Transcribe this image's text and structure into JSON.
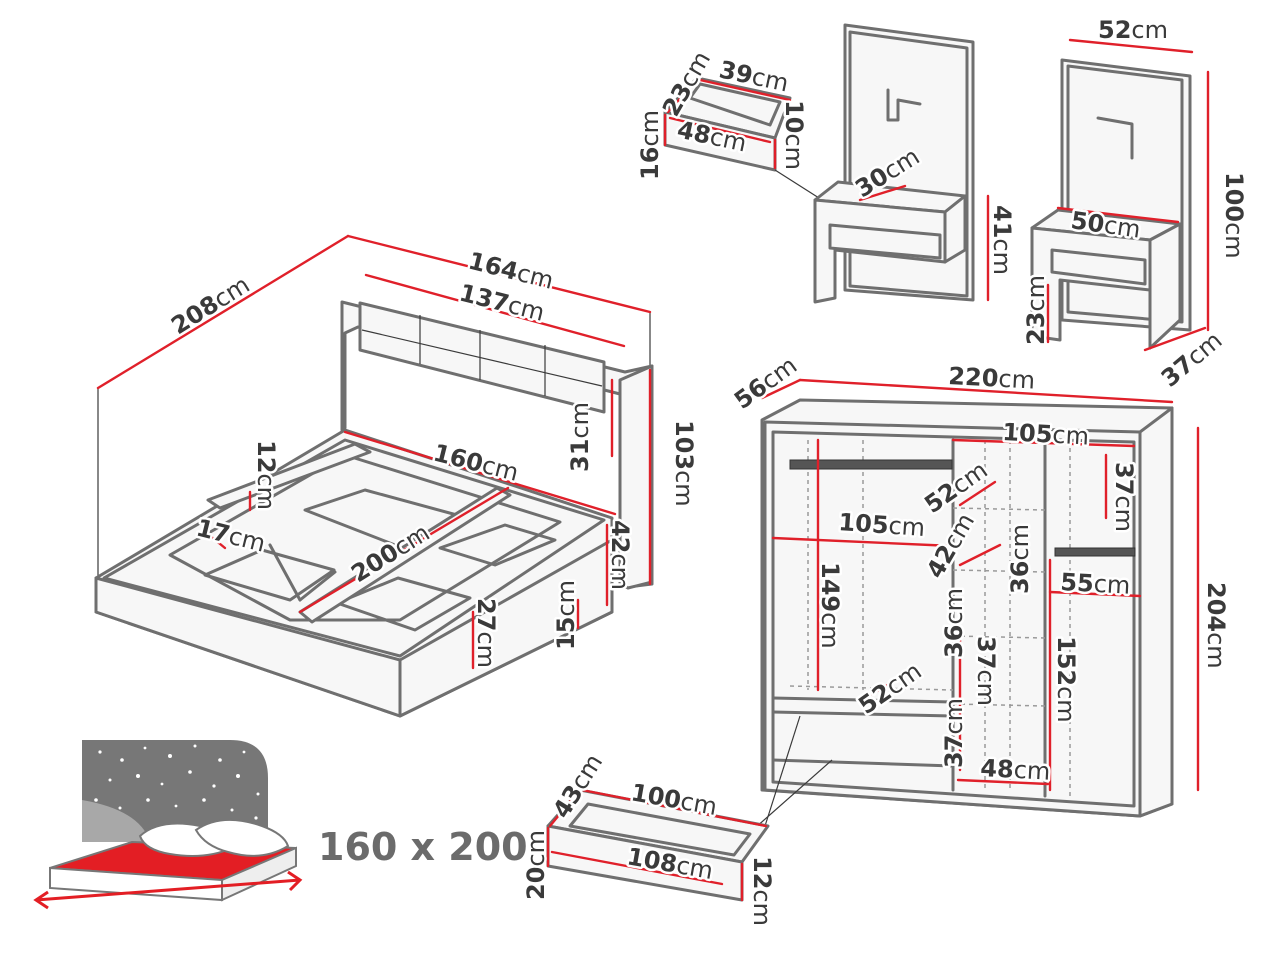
{
  "unit": "cm",
  "bed": {
    "depth": "208",
    "width": "164",
    "headboard_width": "137",
    "height": "103",
    "headboard_panel_height": "31",
    "frame_width": "160",
    "slat_length": "200",
    "side_rail_height": "12",
    "side_ledge": "17",
    "footboard_height": "27",
    "side_panel_height": "42",
    "leg_height": "15"
  },
  "small_drawer": {
    "width": "39",
    "depth": "23",
    "inner_width": "48",
    "height": "16",
    "side_height": "10"
  },
  "nightstand_left": {
    "top_depth": "30",
    "height": "41"
  },
  "nightstand_right": {
    "width": "52",
    "panel_height": "100",
    "top_width": "50",
    "leg_height": "23",
    "depth": "37"
  },
  "wardrobe": {
    "depth": "56",
    "width": "220",
    "section_width": "105",
    "section_width_2": "105",
    "shelf_depth": "52",
    "top_shelf_height": "37",
    "rail_height": "149",
    "compartment_depth": "52",
    "shelf_gap_1": "42",
    "shelf_gap_2": "36",
    "shelf_gap_3": "36",
    "shelf_gap_4": "37",
    "bottom_shelf": "37",
    "right_rail_width": "55",
    "right_rail_height": "152",
    "inner_drawer_width": "48",
    "height": "204"
  },
  "wardrobe_drawer": {
    "depth": "43",
    "width": "100",
    "inner_width": "108",
    "height": "20",
    "side_height": "12"
  },
  "mattress": {
    "size_label": "160 x 200"
  }
}
